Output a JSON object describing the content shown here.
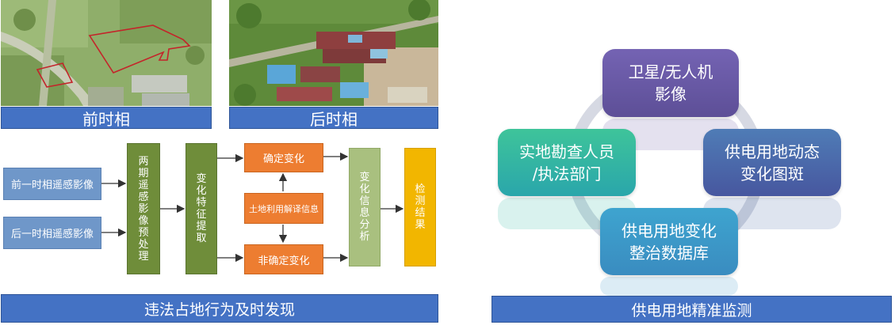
{
  "captions": {
    "before": "前时相",
    "after": "后时相"
  },
  "flow": {
    "input_before": "前一时相遥感影像",
    "input_after": "后一时相遥感影像",
    "preprocess": "两期遥感影像预处理",
    "feature": "变化特征提取",
    "certain": "确定变化",
    "landuse": "土地利用解译信息",
    "uncertain": "非确定变化",
    "analysis": "变化信息分析",
    "result": "检测结果"
  },
  "banners": {
    "left": "违法占地行为及时发现",
    "right": "供电用地精准监测"
  },
  "cycle": {
    "top": "卫星/无人机\n影像",
    "right": "供电用地动态\n变化图斑",
    "bottom": "供电用地变化\n整治数据库",
    "left": "实地勘查人员\n/执法部门"
  },
  "colors": {
    "banner": "#4472c4",
    "node_top": "#6b5aa6",
    "node_right": "#4a6aa8",
    "node_bottom": "#3d97c8",
    "node_left": "#2fb79e",
    "cycle_ring": "#d6d9e3"
  }
}
